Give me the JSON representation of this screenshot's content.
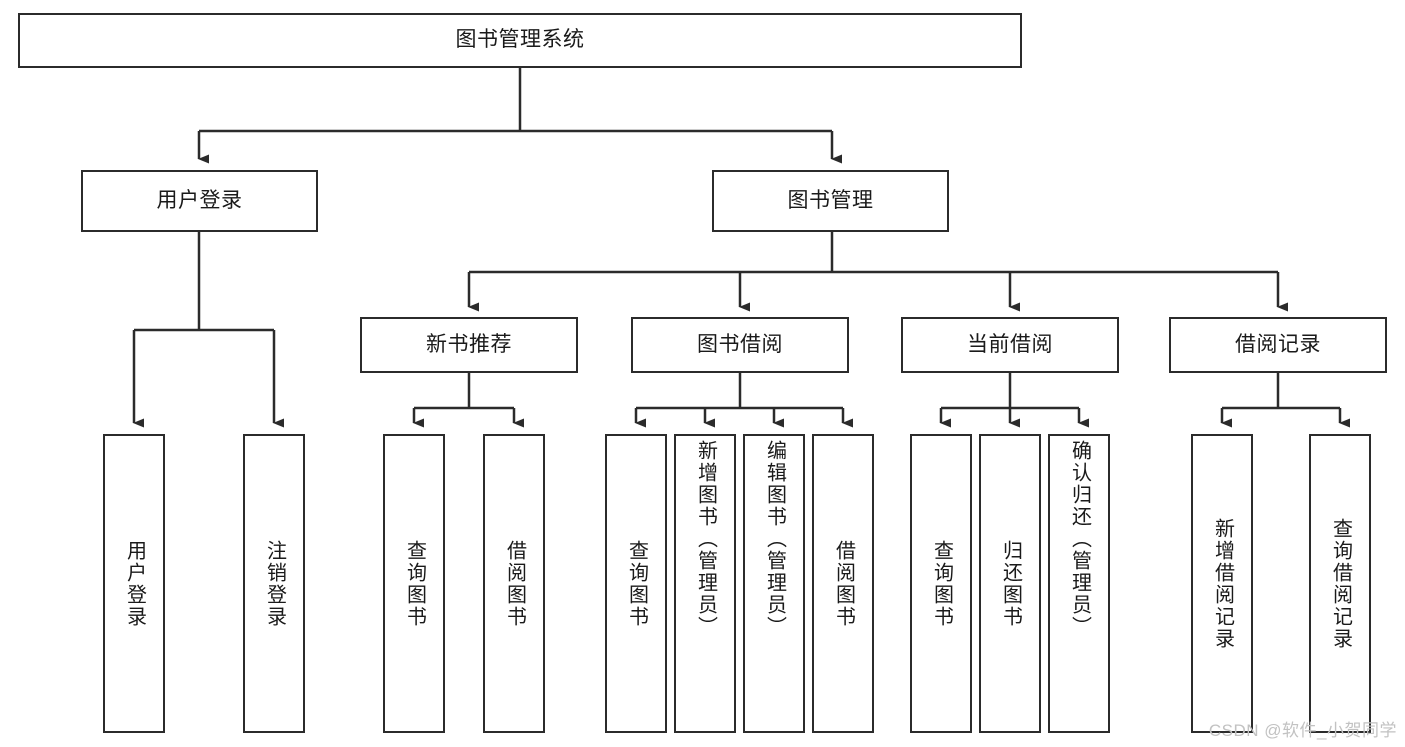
{
  "diagram": {
    "title": "图书管理系统",
    "type": "hierarchy-tree",
    "watermark": "CSDN @软件_小贺同学",
    "colors": {
      "background": "#ffffff",
      "border": "#2b2b2b",
      "text": "#1a1a1a",
      "edge": "#2b2b2b",
      "watermark": "#c2c2c2"
    },
    "nodes": {
      "root": {
        "label": "图书管理系统"
      },
      "level2": [
        {
          "id": "user-login",
          "label": "用户登录"
        },
        {
          "id": "book-manage",
          "label": "图书管理"
        }
      ],
      "level3": [
        {
          "id": "new-book-recommend",
          "label": "新书推荐"
        },
        {
          "id": "book-borrow",
          "label": "图书借阅"
        },
        {
          "id": "current-borrow",
          "label": "当前借阅"
        },
        {
          "id": "borrow-record",
          "label": "借阅记录"
        }
      ],
      "leaves": {
        "user_login": [
          {
            "id": "leaf-user-login",
            "label": "用户登录"
          },
          {
            "id": "leaf-user-logout",
            "label": "注销登录"
          }
        ],
        "new_book_recommend": [
          {
            "id": "leaf-query-book-1",
            "label": "查询图书"
          },
          {
            "id": "leaf-borrow-book-1",
            "label": "借阅图书"
          }
        ],
        "book_borrow": [
          {
            "id": "leaf-query-book-2",
            "label": "查询图书"
          },
          {
            "id": "leaf-add-book",
            "label": "新增图书（管理员）"
          },
          {
            "id": "leaf-edit-book",
            "label": "编辑图书（管理员）"
          },
          {
            "id": "leaf-borrow-book-2",
            "label": "借阅图书"
          }
        ],
        "current_borrow": [
          {
            "id": "leaf-query-book-3",
            "label": "查询图书"
          },
          {
            "id": "leaf-return-book",
            "label": "归还图书"
          },
          {
            "id": "leaf-confirm-return",
            "label": "确认归还（管理员）"
          }
        ],
        "borrow_record": [
          {
            "id": "leaf-add-record",
            "label": "新增借阅记录"
          },
          {
            "id": "leaf-query-record",
            "label": "查询借阅记录"
          }
        ]
      }
    }
  }
}
